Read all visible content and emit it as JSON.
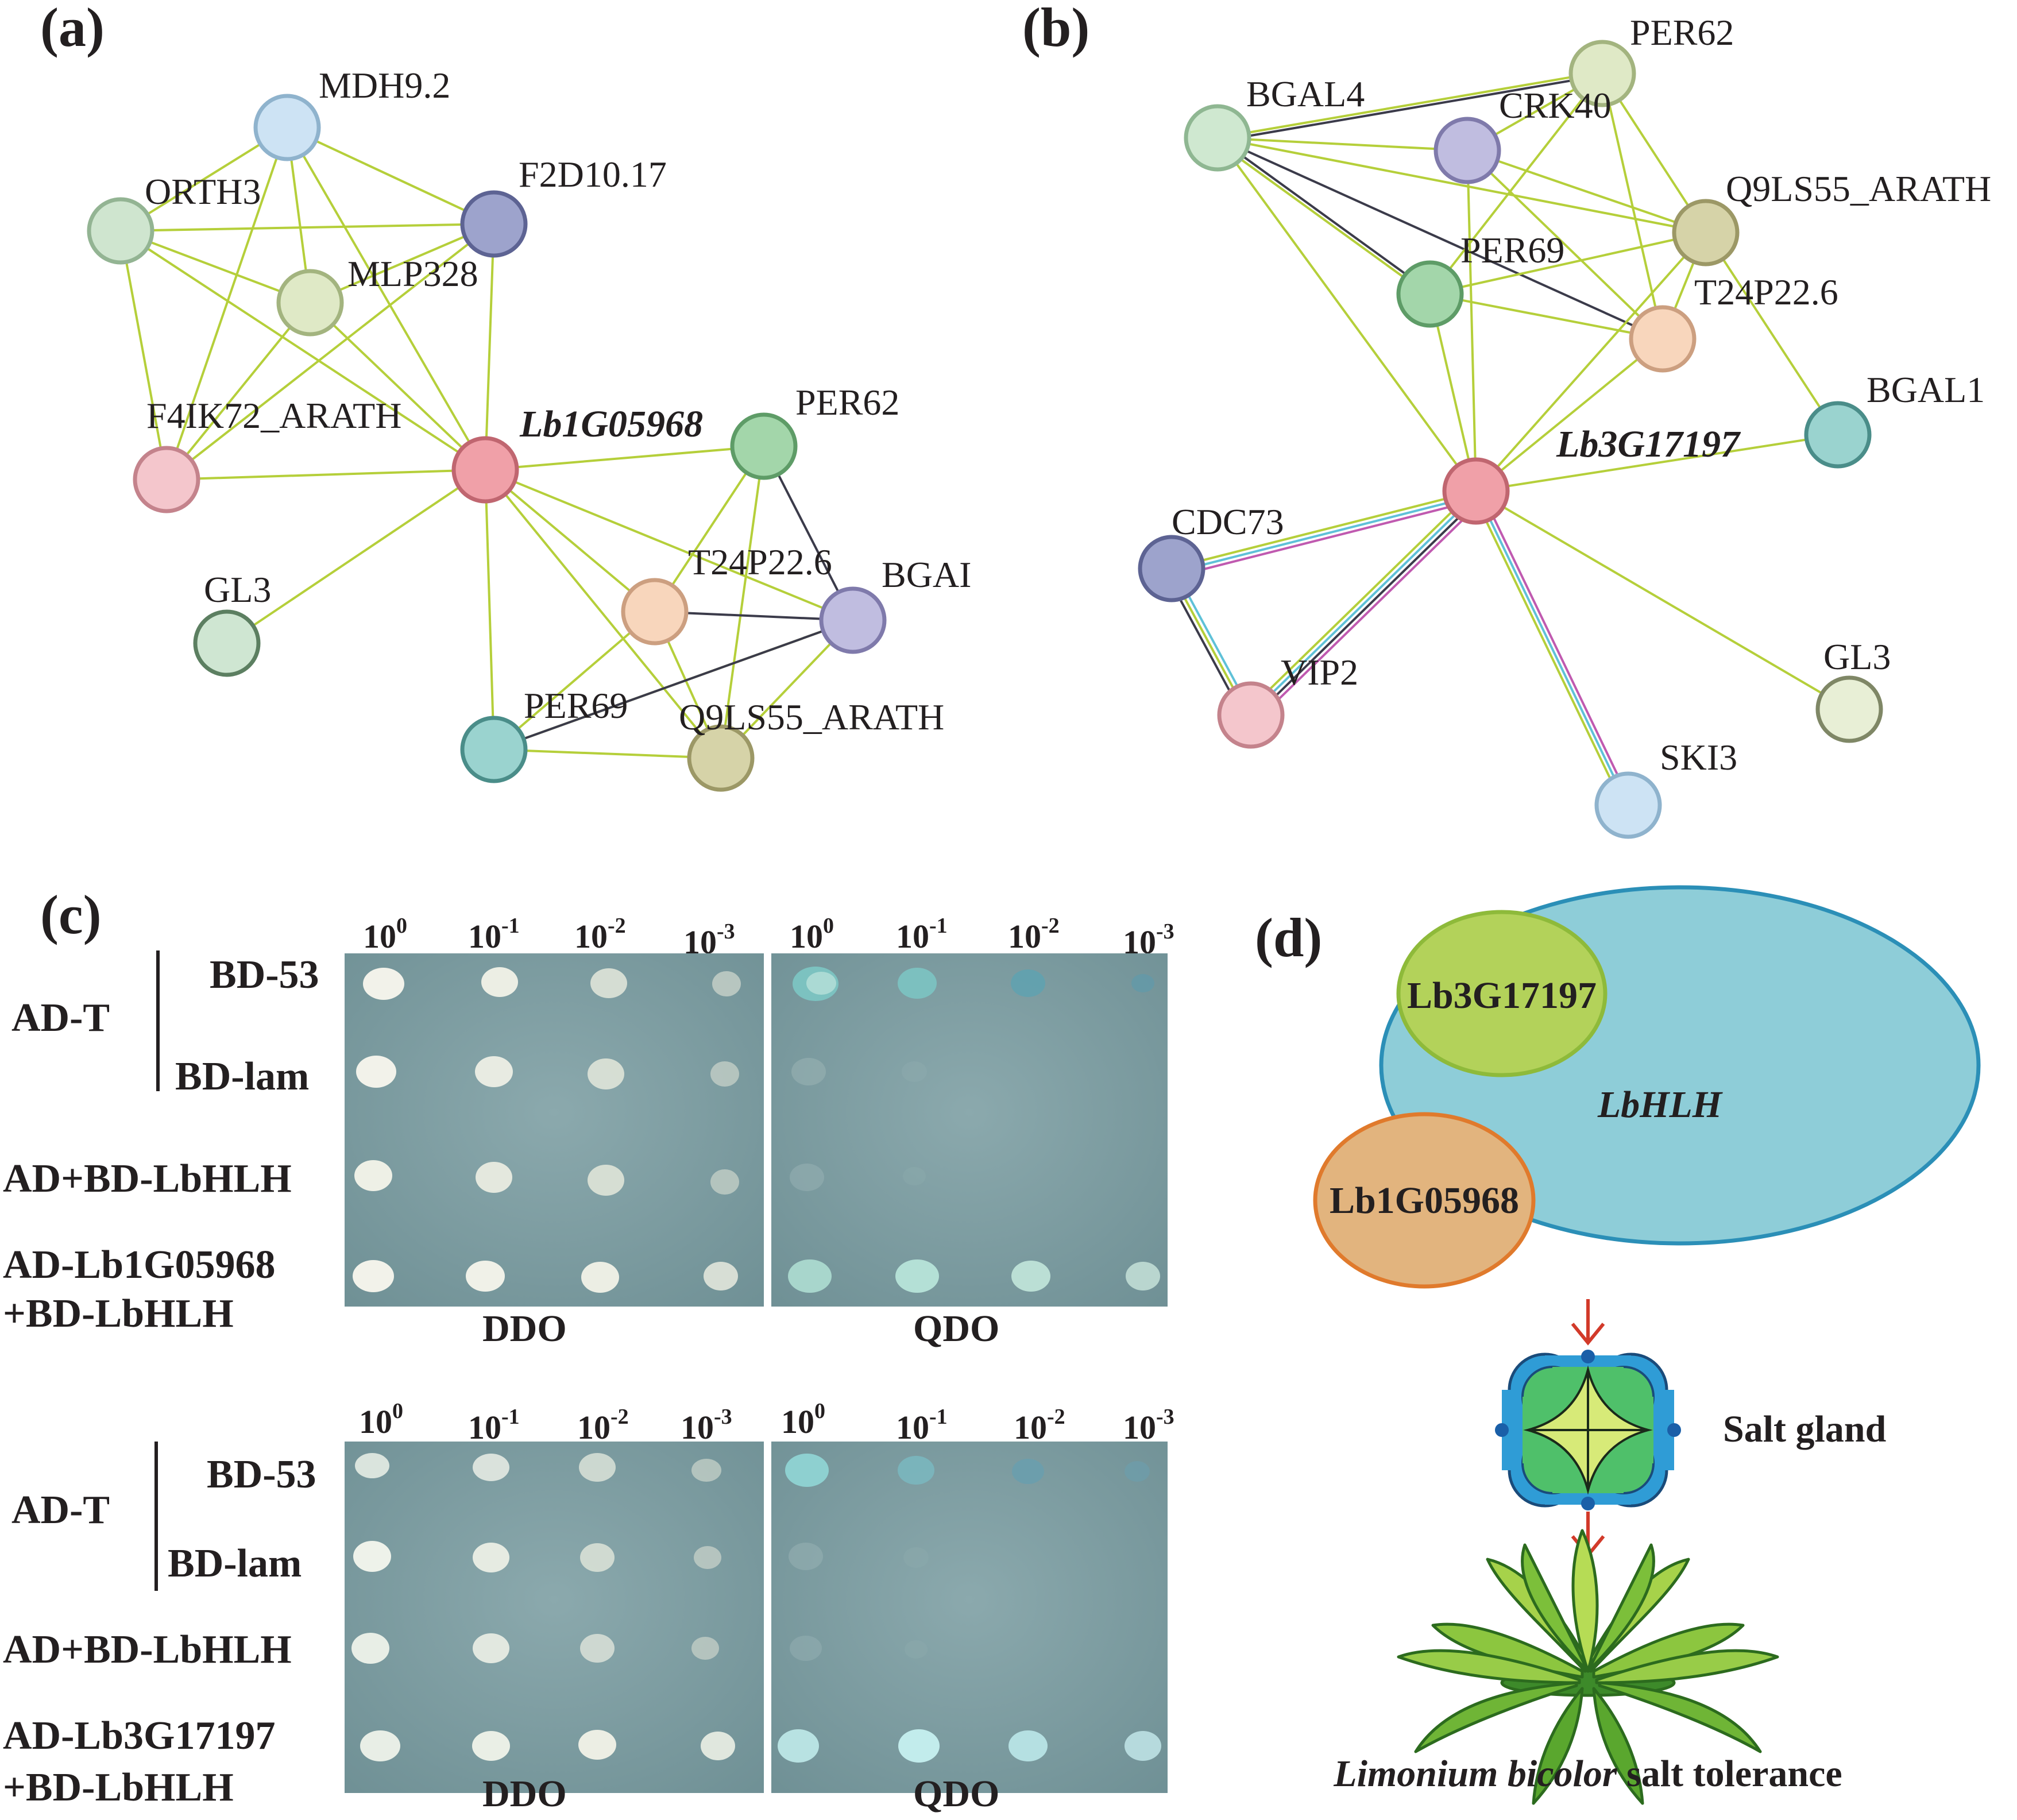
{
  "panel_a": {
    "label": "(a)",
    "hub": "Lb1G05968",
    "nodes": {
      "mdh": "MDH9.2",
      "orth3": "ORTH3",
      "f2d10": "F2D10.17",
      "mlp328": "MLP328",
      "f4ik72": "F4IK72_ARATH",
      "per62": "PER62",
      "gl3": "GL3",
      "t24p": "T24P22.6",
      "bgai": "BGAI",
      "per69": "PER69",
      "q9ls": "Q9LS55_ARATH"
    }
  },
  "panel_b": {
    "label": "(b)",
    "hub": "Lb3G17197",
    "nodes": {
      "bgal4": "BGAL4",
      "per62": "PER62",
      "crk40": "CRK40",
      "q9ls": "Q9LS55_ARATH",
      "per69": "PER69",
      "t24p": "T24P22.6",
      "bgal1": "BGAL1",
      "cdc73": "CDC73",
      "vip2": "VIP2",
      "gl3": "GL3",
      "ski3": "SKI3"
    }
  },
  "panel_c": {
    "label": "(c)",
    "dilutions": [
      {
        "base": "10",
        "exp": "0"
      },
      {
        "base": "10",
        "exp": "-1"
      },
      {
        "base": "10",
        "exp": "-2"
      },
      {
        "base": "10",
        "exp": "-3"
      }
    ],
    "ad_t": "AD-T",
    "bd53": "BD-53",
    "bdlam": "BD-lam",
    "ad_bd": "AD+BD-LbHLH",
    "top_test_1": "AD-Lb1G05968",
    "bottom_test_1": "AD-Lb3G17197",
    "test_2": "+BD-LbHLH",
    "ddo": "DDO",
    "qdo": "QDO"
  },
  "panel_d": {
    "label": "(d)",
    "lb3": "Lb3G17197",
    "lb1": "Lb1G05968",
    "lbhlh": "LbHLH",
    "salt_gland": "Salt gland",
    "species": "Limonium bicolor",
    "trait": "salt tolerance"
  },
  "colors": {
    "edge_yellow": "#b5cf3a",
    "edge_dark": "#3b3b4a",
    "hub_red": "#f0a0a8",
    "plate_bg": "#7d9ea3"
  }
}
